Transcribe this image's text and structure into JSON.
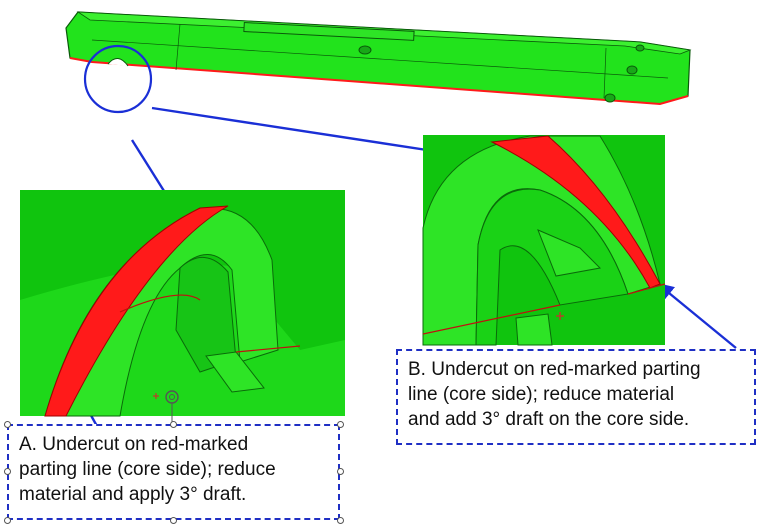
{
  "callouts": {
    "a": {
      "lines": [
        "A. Undercut on red-marked",
        "parting line (core side); reduce",
        "material and apply 3°   draft."
      ]
    },
    "b": {
      "lines": [
        "B. Undercut on red-marked parting",
        "line (core side); reduce material",
        "and add 3°   draft on the core side."
      ]
    }
  },
  "colors": {
    "part_green": "#22e31c",
    "part_green_dark": "#10b410",
    "undercut_red": "#ff1a1a",
    "arrow_blue": "#1a2fd6",
    "callout_border": "#1f2fc4",
    "marker_red": "#c0392b"
  },
  "icons": [
    "rotate-handle-icon",
    "sketch-origin-marker-icon"
  ]
}
